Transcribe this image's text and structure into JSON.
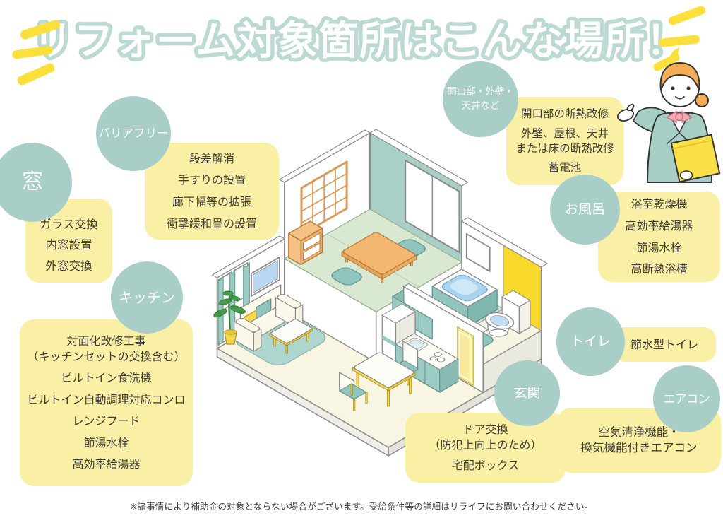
{
  "title": "リフォーム対象箇所はこんな場所！",
  "footnote": "※諸事情により補助金の対象とならない場合がございます。受給条件等の詳細はリライフにお問い合わせください。",
  "sections": {
    "barrier_free": {
      "label": "バリアフリー",
      "items": [
        "段差解消",
        "手すりの設置",
        "廊下幅等の拡張",
        "衝撃緩和畳の設置"
      ]
    },
    "window": {
      "label": "窓",
      "items": [
        "ガラス交換",
        "内窓設置",
        "外窓交換"
      ]
    },
    "kitchen": {
      "label": "キッチン",
      "items": [
        "対面化改修工事\n（キッチンセットの交換含む）",
        "ビルトイン食洗機",
        "ビルトイン自動調理対応コンロ",
        "レンジフード",
        "節湯水栓",
        "高効率給湯器"
      ]
    },
    "opening": {
      "label": "開口部・外壁・\n天井など",
      "items": [
        "開口部の断熱改修",
        "外壁、屋根、天井\nまたは床の断熱改修",
        "蓄電池"
      ]
    },
    "bath": {
      "label": "お風呂",
      "items": [
        "浴室乾燥機",
        "高効率給湯器",
        "節湯水栓",
        "高断熱浴槽"
      ]
    },
    "toilet": {
      "label": "トイレ",
      "items": [
        "節水型トイレ"
      ]
    },
    "entrance": {
      "label": "玄関",
      "items": [
        "ドア交換\n（防犯上向上のため）",
        "宅配ボックス"
      ]
    },
    "aircon": {
      "label": "エアコン",
      "items": [
        "空気清浄機能・\n換気機能付きエアコン"
      ]
    }
  },
  "colors": {
    "circle_teal": "#a9cec8",
    "box_yellow": "#f9f0a6",
    "title_outline": "#bcd9d3",
    "sparkle_yellow": "#fbdf3a",
    "accent_yellow": "#f8d92b",
    "text": "#3f3a33"
  }
}
